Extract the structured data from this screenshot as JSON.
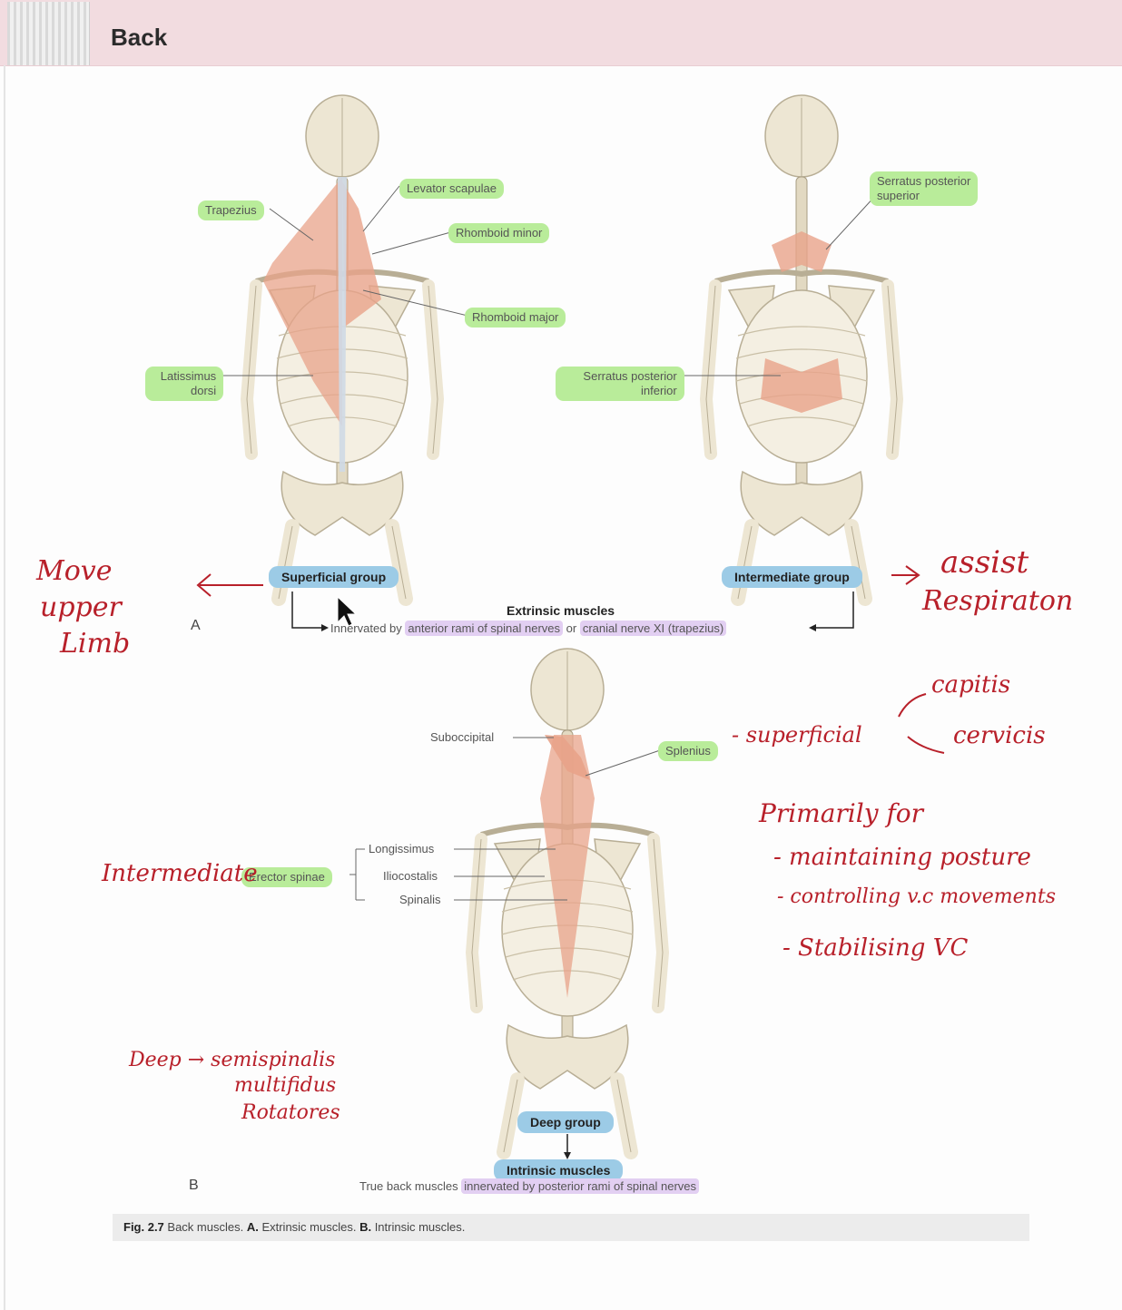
{
  "header": {
    "title": "Back"
  },
  "figureA": {
    "superficial_labels": {
      "trapezius": "Trapezius",
      "levator": "Levator scapulae",
      "rhomboid_minor": "Rhomboid minor",
      "rhomboid_major": "Rhomboid major",
      "latissimus_1": "Latissimus",
      "latissimus_2": "dorsi"
    },
    "intermediate_labels": {
      "spsup_1": "Serratus posterior",
      "spsup_2": "superior",
      "spinf_1": "Serratus posterior",
      "spinf_2": "inferior"
    },
    "superficial_group": "Superficial group",
    "intermediate_group": "Intermediate group",
    "extrinsic_title": "Extrinsic muscles",
    "innervation_1": "Innervated by ",
    "innervation_2": "anterior rami of spinal nerves",
    "innervation_3": " or ",
    "innervation_4": "cranial nerve XI (trapezius)",
    "letter": "A"
  },
  "figureB": {
    "suboccipital": "Suboccipital",
    "splenius": "Splenius",
    "erector_spinae": "Erector spinae",
    "longissimus": "Longissimus",
    "iliocostalis": "Iliocostalis",
    "spinalis": "Spinalis",
    "deep_group": "Deep group",
    "intrinsic_title": "Intrinsic muscles",
    "innervation_1": "True back muscles ",
    "innervation_2": "innervated by posterior rami of spinal nerves",
    "letter": "B"
  },
  "caption": {
    "fig": "Fig. 2.7",
    "text1": " Back muscles. ",
    "a": "A.",
    "text2": " Extrinsic muscles. ",
    "b": "B.",
    "text3": " Intrinsic muscles."
  },
  "notes": {
    "move1": "Move",
    "move2": "upper",
    "move3": "Limb",
    "assist1": "assist",
    "assist2": "Respiraton",
    "superficial": "- superficial",
    "capitis": "capitis",
    "cervicis": "cervicis",
    "primarily": "Primarily for",
    "p1": "- maintaining posture",
    "p2": "- controlling v.c movements",
    "p3": "- Stabilising VC",
    "intermediate": "Intermediate",
    "deep1": "Deep → semispinalis",
    "deep2": "multifidus",
    "deep3": "Rotatores"
  },
  "colors": {
    "highlight_green": "#b9ec9a",
    "highlight_blue": "#9ccbe6",
    "highlight_purple": "#e2cff2",
    "ink_red": "#b8202a",
    "muscle": "#e8a38a",
    "bone": "#ede6d3",
    "header_bg": "#f2dce0"
  }
}
